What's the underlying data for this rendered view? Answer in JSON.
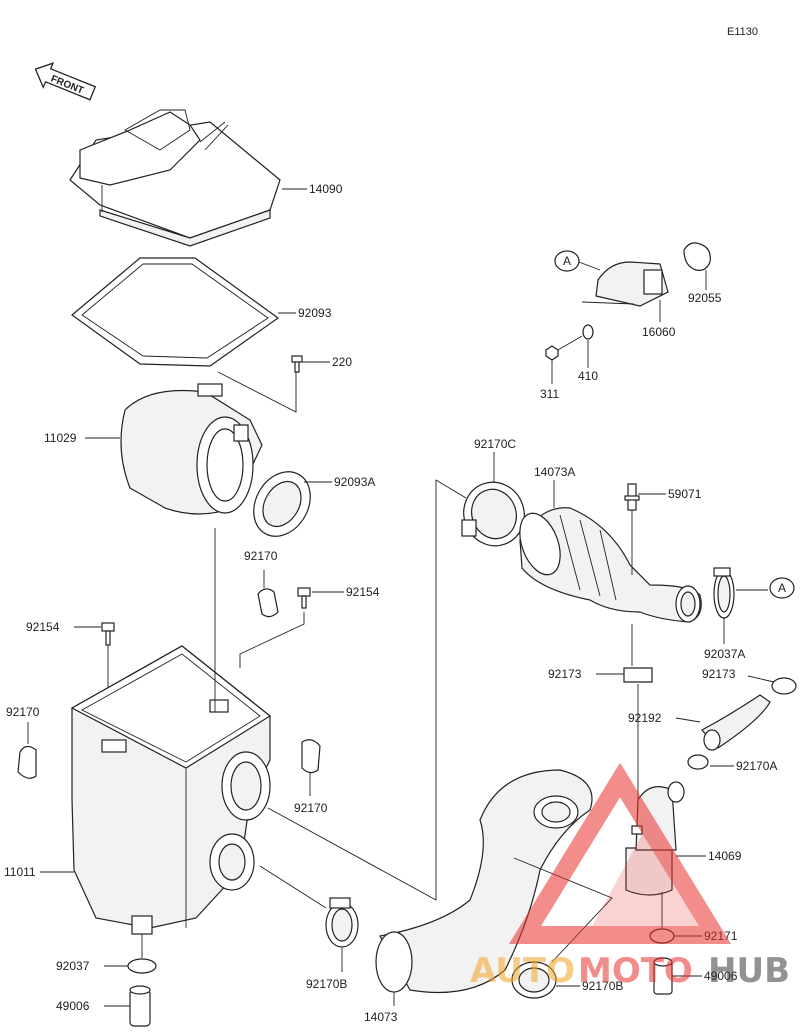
{
  "diagram_code": "E1130",
  "front_label": "FRONT",
  "callout_ref": "A",
  "parts": [
    {
      "id": "14090",
      "label": "14090"
    },
    {
      "id": "92093",
      "label": "92093"
    },
    {
      "id": "220",
      "label": "220"
    },
    {
      "id": "11029",
      "label": "11029"
    },
    {
      "id": "92093A",
      "label": "92093A"
    },
    {
      "id": "92170_a",
      "label": "92170"
    },
    {
      "id": "92154_a",
      "label": "92154"
    },
    {
      "id": "92154_b",
      "label": "92154"
    },
    {
      "id": "92170_b",
      "label": "92170"
    },
    {
      "id": "92170_c",
      "label": "92170"
    },
    {
      "id": "11011",
      "label": "11011"
    },
    {
      "id": "92037",
      "label": "92037"
    },
    {
      "id": "49006_a",
      "label": "49006"
    },
    {
      "id": "92170B_a",
      "label": "92170B"
    },
    {
      "id": "14073",
      "label": "14073"
    },
    {
      "id": "92170B_b",
      "label": "92170B"
    },
    {
      "id": "92170C",
      "label": "92170C"
    },
    {
      "id": "14073A",
      "label": "14073A"
    },
    {
      "id": "59071",
      "label": "59071"
    },
    {
      "id": "92037A",
      "label": "92037A"
    },
    {
      "id": "92173_a",
      "label": "92173"
    },
    {
      "id": "92173_b",
      "label": "92173"
    },
    {
      "id": "92192",
      "label": "92192"
    },
    {
      "id": "92170A",
      "label": "92170A"
    },
    {
      "id": "14069",
      "label": "14069"
    },
    {
      "id": "92171",
      "label": "92171"
    },
    {
      "id": "49006_b",
      "label": "49006"
    },
    {
      "id": "92055",
      "label": "92055"
    },
    {
      "id": "16060",
      "label": "16060"
    },
    {
      "id": "410",
      "label": "410"
    },
    {
      "id": "311",
      "label": "311"
    }
  ],
  "watermark": {
    "text_a": "AUTO",
    "text_b": "MOTO",
    "text_c": "HUB",
    "color_primary": "#e8312f",
    "color_secondary": "#f2a324",
    "color_dark": "#3a3a3a"
  },
  "colors": {
    "line": "#222222",
    "fill": "#f2f2f2"
  }
}
